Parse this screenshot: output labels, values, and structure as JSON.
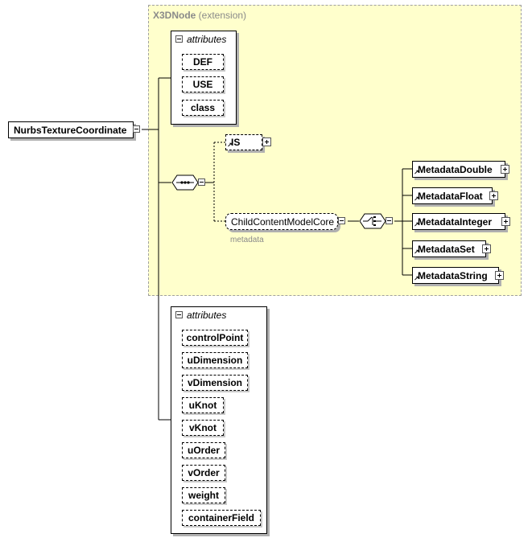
{
  "extension": {
    "name": "X3DNode",
    "suffix": " (extension)"
  },
  "root": {
    "label": "NurbsTextureCoordinate"
  },
  "ext_attributes": {
    "header": "attributes",
    "items": [
      "DEF",
      "USE",
      "class"
    ]
  },
  "is_node": {
    "label": "IS"
  },
  "group_ref": {
    "label": "ChildContentModelCore",
    "sublabel": "metadata"
  },
  "metadata_nodes": [
    "MetadataDouble",
    "MetadataFloat",
    "MetadataInteger",
    "MetadataSet",
    "MetadataString"
  ],
  "own_attributes": {
    "header": "attributes",
    "items": [
      "controlPoint",
      "uDimension",
      "vDimension",
      "uKnot",
      "vKnot",
      "uOrder",
      "vOrder",
      "weight",
      "containerField"
    ]
  }
}
